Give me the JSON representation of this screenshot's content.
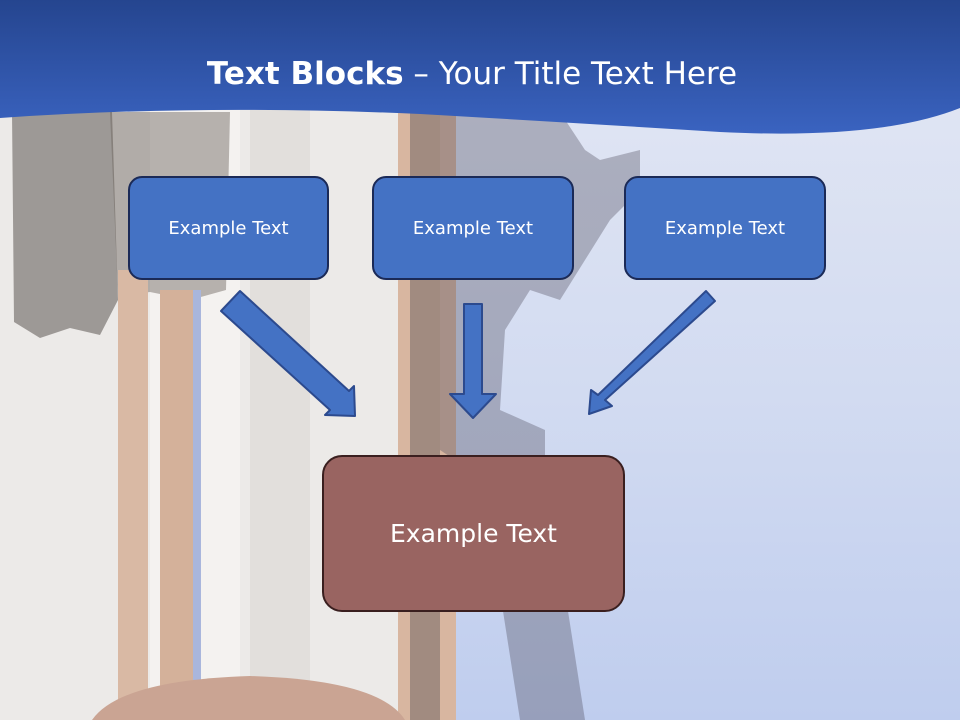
{
  "slide": {
    "title_bold": "Text Blocks",
    "title_rest": " – Your Title Text Here",
    "boxes_top": [
      "Example Text",
      "Example Text",
      "Example Text"
    ],
    "box_bottom": "Example Text"
  },
  "colors": {
    "header_band": "#2b4fa3",
    "box_fill": "#4472c4",
    "box_border": "#1b2a57",
    "bottom_box_fill": "#996461",
    "arrow_fill": "#4472c4",
    "arrow_border": "#2c4a8e"
  },
  "icons": {
    "arrow_left": "arrow-down-right-icon",
    "arrow_center": "arrow-down-icon",
    "arrow_right": "arrow-down-left-icon"
  }
}
